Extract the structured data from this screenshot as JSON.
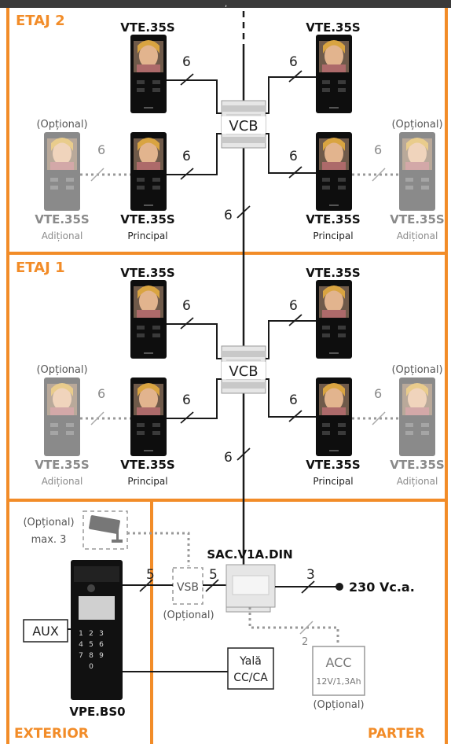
{
  "header": {
    "text": ","
  },
  "floors": [
    {
      "title": "ETAJ 2",
      "vcb_label": "VCB"
    },
    {
      "title": "ETAJ 1",
      "vcb_label": "VCB"
    }
  ],
  "zones": {
    "exterior": "EXTERIOR",
    "parter": "PARTER"
  },
  "monitor": {
    "model": "VTE.35S",
    "role_main": "Principal",
    "role_extra": "Adițional",
    "optional": "(Opțional)"
  },
  "wire_counts": {
    "six": "6",
    "five": "5",
    "three": "3",
    "two": "2"
  },
  "camera": {
    "optional": "(Opțional)",
    "max": "max. 3"
  },
  "vsb": {
    "label": "VSB",
    "optional": "(Opțional)"
  },
  "power_supply": {
    "model": "SAC.V1A.DIN",
    "mains": "230 Vc.a."
  },
  "aux": {
    "label": "AUX"
  },
  "lock": {
    "line1": "Yală",
    "line2": "CC/CA"
  },
  "acc": {
    "label": "ACC",
    "spec": "12V/1,3Ah",
    "optional": "(Opțional)"
  },
  "door_panel": {
    "model": "VPE.BS0",
    "keys": [
      "1",
      "2",
      "3",
      "4",
      "5",
      "6",
      "7",
      "8",
      "9",
      "0"
    ]
  },
  "colors": {
    "accent": "#F28C28",
    "header": "#3A3A3A",
    "line": "#1A1A1A",
    "dotted": "#999999",
    "panel": "#111111"
  }
}
